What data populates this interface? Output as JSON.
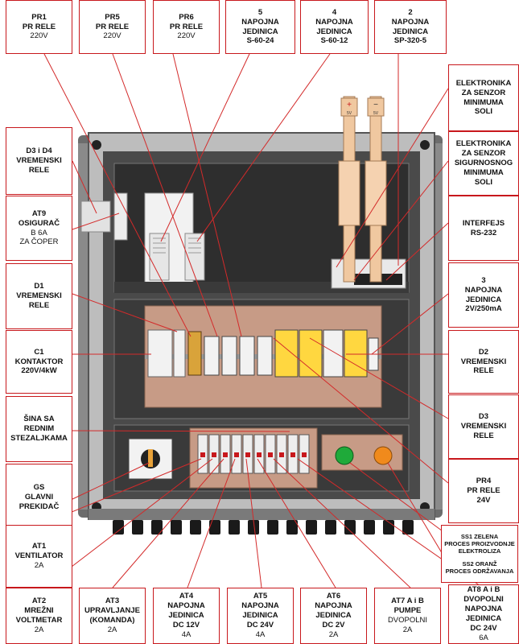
{
  "top_labels": [
    {
      "id": "pr1",
      "lines": [
        "PR1",
        "PR RELE"
      ],
      "extra": "220V"
    },
    {
      "id": "pr5",
      "lines": [
        "PR5",
        "PR RELE"
      ],
      "extra": "220V"
    },
    {
      "id": "pr6",
      "lines": [
        "PR6",
        "PR RELE"
      ],
      "extra": "220V"
    },
    {
      "id": "nj5",
      "lines": [
        "5",
        "NAPOJNA JEDINICA",
        "S-60-24"
      ],
      "extra": ""
    },
    {
      "id": "nj4",
      "lines": [
        "4",
        "NAPOJNA JEDINICA",
        "S-60-12"
      ],
      "extra": ""
    },
    {
      "id": "nj2",
      "lines": [
        "2",
        "NAPOJNA JEDINICA",
        "SP-320-5"
      ],
      "extra": ""
    }
  ],
  "left_labels": [
    {
      "id": "d3d4",
      "lines": [
        "D3 i D4",
        "VREMENSKI",
        "RELE"
      ],
      "extra": ""
    },
    {
      "id": "at9",
      "lines": [
        "AT9",
        "OSIGURAČ"
      ],
      "extra": "B 6A\nZA ČOPER"
    },
    {
      "id": "d1",
      "lines": [
        "D1",
        "VREMENSKI",
        "RELE"
      ],
      "extra": ""
    },
    {
      "id": "c1",
      "lines": [
        "C1",
        "KONTAKTOR",
        "220V/4kW"
      ],
      "extra": ""
    },
    {
      "id": "sina",
      "lines": [
        "ŠINA SA",
        "REDNIM",
        "STEZALJKAMA"
      ],
      "extra": ""
    },
    {
      "id": "gs",
      "lines": [
        "GS",
        "GLAVNI",
        "PREKIDAČ"
      ],
      "extra": ""
    }
  ],
  "right_labels": [
    {
      "id": "elmin",
      "lines": [
        "ELEKTRONIKA",
        "ZA SENZOR",
        "MINIMUMA",
        "SOLI"
      ],
      "extra": ""
    },
    {
      "id": "elsig",
      "lines": [
        "ELEKTRONIKA",
        "ZA SENZOR",
        "SIGURNOSNOG",
        "MINIMUMA",
        "SOLI"
      ],
      "extra": ""
    },
    {
      "id": "rs232",
      "lines": [
        "INTERFEJS",
        "RS-232"
      ],
      "extra": ""
    },
    {
      "id": "nj3",
      "lines": [
        "3",
        "NAPOJNA JEDINICA",
        "2V/250mA"
      ],
      "extra": ""
    },
    {
      "id": "d2",
      "lines": [
        "D2",
        "VREMENSKI",
        "RELE"
      ],
      "extra": ""
    },
    {
      "id": "d3",
      "lines": [
        "D3",
        "VREMENSKI",
        "RELE"
      ],
      "extra": ""
    },
    {
      "id": "pr4",
      "lines": [
        "PR4",
        "PR RELE",
        "24V"
      ],
      "extra": ""
    }
  ],
  "ss_label": {
    "line1": "SS1 ZELENA",
    "line2": "PROCES PROIZVODNJE",
    "line3": "ELEKTROLIZA",
    "line4": "SS2 ORANŽ",
    "line5": "PROCES ODRŽAVANJA"
  },
  "bottom_labels": [
    {
      "id": "at1",
      "lines": [
        "AT1",
        "VENTILATOR"
      ],
      "extra": "2A"
    },
    {
      "id": "at2",
      "lines": [
        "AT2",
        "MREŽNI",
        "VOLTMETAR"
      ],
      "extra": "2A"
    },
    {
      "id": "at3",
      "lines": [
        "AT3",
        "UPRAVLJANJE",
        "(KOMANDA)"
      ],
      "extra": "2A"
    },
    {
      "id": "at4",
      "lines": [
        "AT4",
        "NAPOJNA JEDINICA",
        "DC 12V"
      ],
      "extra": "4A"
    },
    {
      "id": "at5",
      "lines": [
        "AT5",
        "NAPOJNA JEDINICA",
        "DC  24V"
      ],
      "extra": "4A"
    },
    {
      "id": "at6",
      "lines": [
        "AT6",
        "NAPOJNA JEDINICA",
        "DC 2V"
      ],
      "extra": "2A"
    },
    {
      "id": "at7",
      "lines": [
        "AT7  A i B",
        "PUMPE"
      ],
      "extra": "DVOPOLNI\n2A"
    },
    {
      "id": "at8",
      "lines": [
        "AT8 A i B",
        "DVOPOLNI",
        "NAPOJNA JEDINICA",
        "DC 24V"
      ],
      "extra": "6A"
    }
  ],
  "terminal_marks": {
    "plus": "+",
    "minus": "−",
    "plus_v": "5V",
    "minus_v": "5V"
  },
  "colors": {
    "frame": "#c8181c",
    "leader": "#d32a2a",
    "cabinet": "#3a3a3a",
    "panel": "#c79b86",
    "green": "#1faa3a",
    "orange": "#f08a1c"
  },
  "icons": [
    "door-hinge-icon",
    "screw-icon",
    "cable-gland-icon",
    "selector-switch-icon"
  ]
}
